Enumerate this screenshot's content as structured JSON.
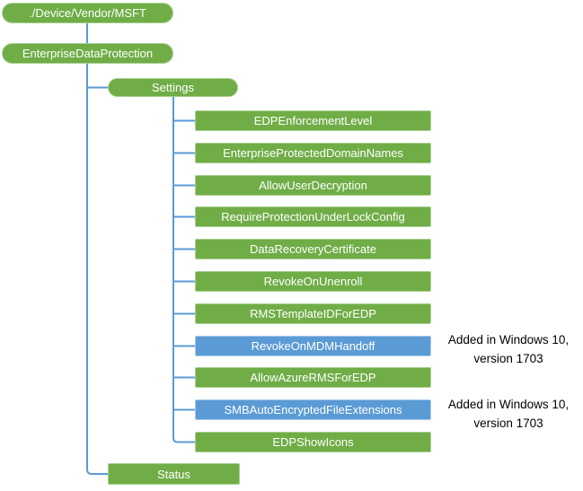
{
  "diagram": {
    "nodes": {
      "root": "./Device/Vendor/MSFT",
      "enterprise": "EnterpriseDataProtection",
      "settings": "Settings",
      "status": "Status"
    },
    "children": [
      {
        "label": "EDPEnforcementLevel",
        "color": "green"
      },
      {
        "label": "EnterpriseProtectedDomainNames",
        "color": "green"
      },
      {
        "label": "AllowUserDecryption",
        "color": "green"
      },
      {
        "label": "RequireProtectionUnderLockConfig",
        "color": "green"
      },
      {
        "label": "DataRecoveryCertificate",
        "color": "green"
      },
      {
        "label": "RevokeOnUnenroll",
        "color": "green"
      },
      {
        "label": "RMSTemplateIDForEDP",
        "color": "green"
      },
      {
        "label": "RevokeOnMDMHandoff",
        "color": "blue"
      },
      {
        "label": "AllowAzureRMSForEDP",
        "color": "green"
      },
      {
        "label": "SMBAutoEncryptedFileExtensions",
        "color": "blue"
      },
      {
        "label": "EDPShowIcons",
        "color": "green"
      }
    ],
    "annotations": [
      {
        "attached_to": "RevokeOnMDMHandoff",
        "lines": [
          "Added in Windows 10,",
          "version 1703"
        ]
      },
      {
        "attached_to": "SMBAutoEncryptedFileExtensions",
        "lines": [
          "Added in Windows 10,",
          "version 1703"
        ]
      }
    ],
    "colors": {
      "green_fill": "#70AD47",
      "green_border": "#A8CF90",
      "blue_fill": "#5B9BD5",
      "blue_border": "#A6C9E9",
      "connector": "#5B9BD5",
      "node_text": "#FFFFFF",
      "annotation_text": "#000000",
      "background": "#FFFFFF"
    }
  }
}
